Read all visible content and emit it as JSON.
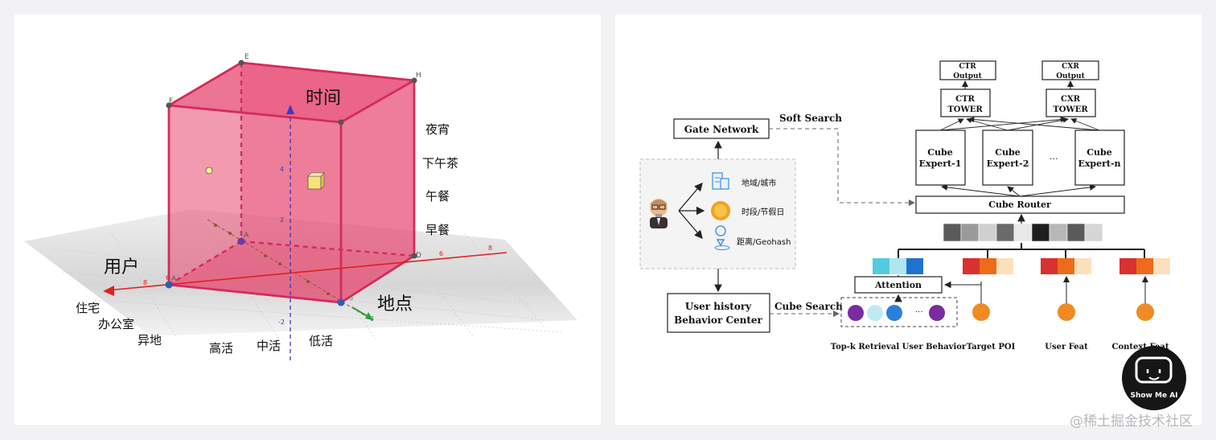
{
  "cube": {
    "vertex_labels": {
      "E": "E",
      "F": "F",
      "H": "H",
      "A": "A",
      "D": "D"
    },
    "axis_ticks": {
      "x_left": [
        "8",
        "6"
      ],
      "x_right": [
        "6",
        "8"
      ],
      "vertical": [
        "4",
        "2",
        "-2"
      ],
      "depth": [
        "6",
        "8"
      ]
    },
    "time_label": "时间",
    "user_label": "用户",
    "place_label": "地点",
    "time_values": [
      "夜宵",
      "下午茶",
      "午餐",
      "早餐"
    ],
    "user_values": [
      "住宅",
      "办公室",
      "异地"
    ],
    "place_values": [
      "高活",
      "中活",
      "低活"
    ],
    "colors": {
      "face": "#e5476f",
      "edge": "#d42b5c",
      "axis_red": "#e02020",
      "axis_blue": "#3a3ac0",
      "axis_green": "#2f9e3e"
    }
  },
  "arch": {
    "gate_network": "Gate Network",
    "soft_search": "Soft Search",
    "cube_search": "Cube Search",
    "user_history": [
      "User history",
      "Behavior Center"
    ],
    "context_items": [
      "地域/城市",
      "时段/节假日",
      "距离/Geohash"
    ],
    "ctr_output": [
      "CTR",
      "Output"
    ],
    "cxr_output": [
      "CXR",
      "Output"
    ],
    "ctr_tower": [
      "CTR",
      "TOWER"
    ],
    "cxr_tower": [
      "CXR",
      "TOWER"
    ],
    "experts": [
      [
        "Cube",
        "Expert-1"
      ],
      [
        "Cube",
        "Expert-2"
      ],
      [
        "Cube",
        "Expert-n"
      ]
    ],
    "expert_ellipsis": "...",
    "cube_router": "Cube Router",
    "attention": "Attention",
    "retrieval_ellipsis": "...",
    "bottom_labels": [
      "Top-k Retrieval User Behavior",
      "Target POI",
      "User Feat",
      "Context Feat"
    ],
    "colors": {
      "orange": "#f08a24",
      "purple": "#7a2ba0",
      "cyan": "#5fd0e8",
      "blue": "#2a80d8",
      "red": "#d93030"
    }
  },
  "badge": {
    "text": "Show Me AI"
  },
  "watermark": "@稀土掘金技术社区"
}
